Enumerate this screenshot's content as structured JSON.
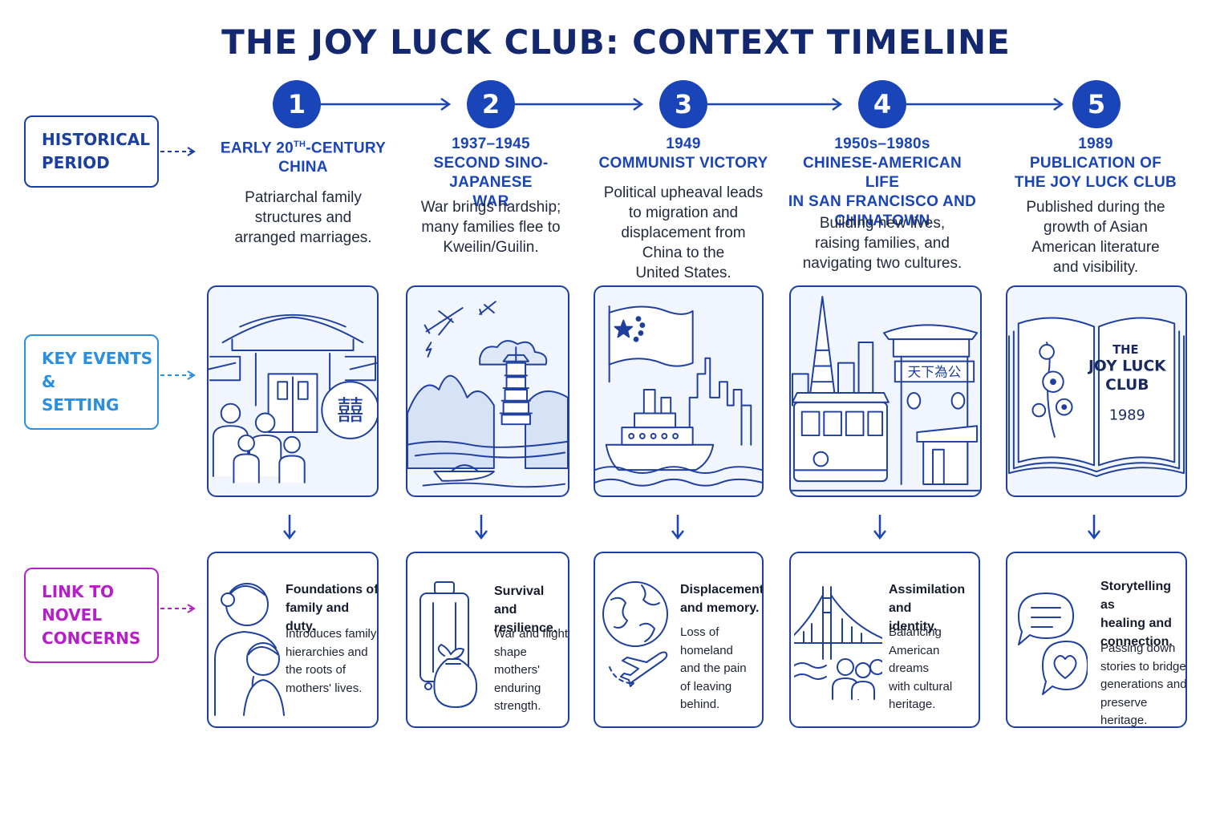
{
  "title": "THE JOY LUCK CLUB: CONTEXT TIMELINE",
  "colors": {
    "primary": "#1a45b8",
    "navy": "#13286e",
    "row_historical": "#1a3f9e",
    "row_events": "#2b8fe0",
    "row_link": "#b51fc7"
  },
  "row_labels": [
    {
      "lines": [
        "HISTORICAL",
        "PERIOD"
      ]
    },
    {
      "lines": [
        "KEY EVENTS &",
        "SETTING"
      ]
    },
    {
      "lines": [
        "LINK TO NOVEL",
        "CONCERNS"
      ]
    }
  ],
  "steps": [
    {
      "number": "1",
      "period_lines": [
        "EARLY 20TH-CENTURY",
        "CHINA"
      ],
      "summary_lines": [
        "Patriarchal family",
        "structures and",
        "arranged marriages."
      ],
      "illustration": "courtyard-family-double-happiness",
      "link_icon": "mother-daughter-icon",
      "link_heading_lines": [
        "Foundations of",
        "family and duty."
      ],
      "link_body_lines": [
        "Introduces family",
        "hierarchies and",
        "the roots of",
        "mothers' lives."
      ]
    },
    {
      "number": "2",
      "period_lines": [
        "1937–1945",
        "SECOND SINO-JAPANESE",
        "WAR"
      ],
      "summary_lines": [
        "War brings hardship;",
        "many families flee to",
        "Kweilin/Guilin."
      ],
      "illustration": "warplanes-guilin-pagoda",
      "link_icon": "suitcase-bundle-icon",
      "link_heading_lines": [
        "Survival and",
        "resilience."
      ],
      "link_body_lines": [
        "War and flight",
        "shape mothers'",
        "enduring",
        "strength."
      ]
    },
    {
      "number": "3",
      "period_lines": [
        "1949",
        "COMMUNIST VICTORY"
      ],
      "summary_lines": [
        "Political upheaval leads",
        "to migration and",
        "displacement from",
        "China to the",
        "United States."
      ],
      "illustration": "flag-ship-skyline",
      "link_icon": "globe-airplane-icon",
      "link_heading_lines": [
        "Displacement",
        "and memory."
      ],
      "link_body_lines": [
        "Loss of homeland",
        "and the pain",
        "of leaving",
        "behind."
      ]
    },
    {
      "number": "4",
      "period_lines": [
        "1950s–1980s",
        "CHINESE-AMERICAN LIFE",
        "IN SAN FRANCISCO AND",
        "CHINATOWN"
      ],
      "summary_lines": [
        "Building new lives,",
        "raising families, and",
        "navigating two cultures."
      ],
      "illustration": "san-francisco-chinatown-gate",
      "gate_sign": "天下為公",
      "link_icon": "golden-gate-people-icon",
      "link_heading_lines": [
        "Assimilation and",
        "identity."
      ],
      "link_body_lines": [
        "Balancing",
        "American dreams",
        "with cultural",
        "heritage."
      ]
    },
    {
      "number": "5",
      "period_lines": [
        "1989",
        "PUBLICATION OF",
        "THE JOY LUCK CLUB"
      ],
      "summary_lines": [
        "Published during the",
        "growth of Asian",
        "American literature",
        "and visibility."
      ],
      "illustration": "open-book-plum-blossom",
      "book_title_lines": [
        "THE",
        "JOY LUCK",
        "CLUB"
      ],
      "book_year": "1989",
      "link_icon": "speech-bubbles-heart-icon",
      "link_heading_lines": [
        "Storytelling as",
        "healing and",
        "connection."
      ],
      "link_body_lines": [
        "Passing down",
        "stories to bridge",
        "generations and",
        "preserve heritage."
      ]
    }
  ]
}
